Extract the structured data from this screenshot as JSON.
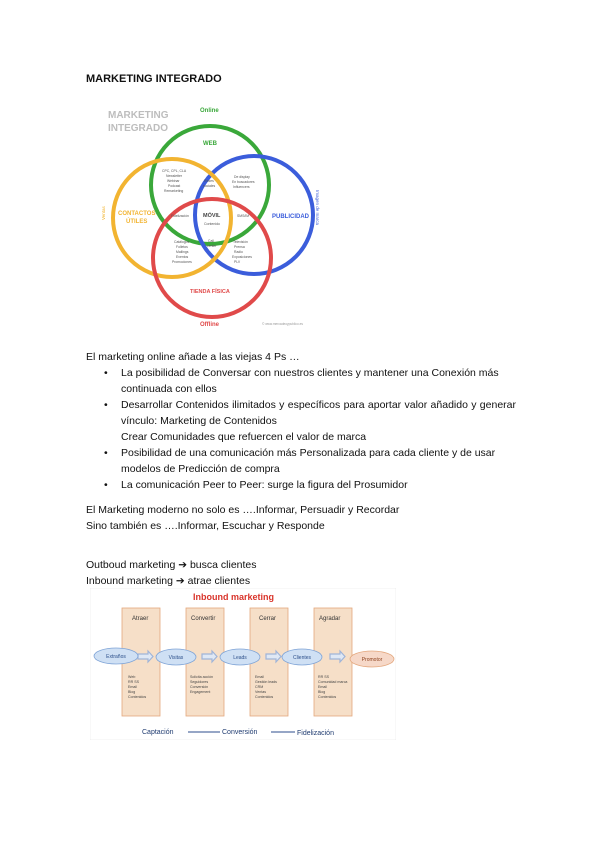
{
  "document": {
    "title": "MARKETING INTEGRADO",
    "intro": "El marketing online añade a las viejas 4 Ps …",
    "bullets": [
      "La posibilidad de Conversar con nuestros clientes y mantener una Conexión más continuada con ellos",
      "Desarrollar Contenidos ilimitados y específicos para aportar valor añadido y generar vínculo: Marketing de Contenidos",
      "Posibilidad de una comunicación más Personalizada para cada cliente y de usar modelos de Predicción de compra",
      "La comunicación Peer to Peer: surge la figura del Prosumidor"
    ],
    "bullet2_extra": "Crear Comunidades que refuercen el valor de marca",
    "line_moderno": "El Marketing moderno no solo es ….Informar, Persuadir y Recordar",
    "line_tambien": "Sino también es ….Informar, Escuchar y Responde",
    "outbound_label": "Outboud marketing",
    "outbound_text": "busca clientes",
    "inbound_label": "Inbound marketing",
    "inbound_text": "atrae clientes",
    "arrow_glyph": "➔"
  },
  "venn": {
    "title_line1": "MARKETING",
    "title_line2": "INTEGRADO",
    "online": "Online",
    "offline": "Offline",
    "web": "WEB",
    "publicidad": "PUBLICIDAD",
    "contactos1": "CONTACTOS",
    "contactos2": "ÚTILES",
    "tienda": "TIENDA FÍSICA",
    "movil": "MÓVIL",
    "movil_sub": "Contenido",
    "ventas": "Ventas",
    "imagen": "Imagen de marca",
    "web_items": [
      "CPC, CPL, CLA",
      "Newsletter",
      "Webinar",
      "Podcast",
      "Remarketing"
    ],
    "pub_items": [
      "De display",
      "En buscadores",
      "Influencers"
    ],
    "redes": [
      "Redes",
      "sociales"
    ],
    "fidel": "Fidelización",
    "smm": "SMS/IM",
    "call": [
      "Call",
      "center"
    ],
    "tienda_items": [
      "Catálogos",
      "Folletos",
      "Mailings",
      "Eventos",
      "Promociones"
    ],
    "pub_off_items": [
      "Televisión",
      "Prensa",
      "Radio",
      "Exposiciones",
      "PLV"
    ],
    "credit": "© www.mercadeoypublico.es",
    "colors": {
      "green": "#3aa83a",
      "blue": "#3b5ddb",
      "yellow": "#f2b431",
      "red": "#e04a4a"
    }
  },
  "inbound": {
    "title": "Inbound marketing",
    "stages": [
      "Atraer",
      "Convertir",
      "Cerrar",
      "Agradar"
    ],
    "nodes": [
      "Extraños",
      "Visitas",
      "Leads",
      "Clientes",
      "Promotor"
    ],
    "items": [
      [
        "Web",
        "RR SS",
        "Email",
        "Blog",
        "Contenidos"
      ],
      [
        "Solicita acción",
        "Seguidores",
        "Conversión",
        "Engagement"
      ],
      [
        "Email",
        "Gestión leads",
        "CRM",
        "Ventas",
        "Contenidos"
      ],
      [
        "RR SS",
        "Comunidad marca",
        "Email",
        "Blog",
        "Contenidos"
      ]
    ],
    "phases": [
      "Captación",
      "Conversión",
      "Fidelización"
    ],
    "colors": {
      "title": "#d9342b",
      "box": "#f6dfc8",
      "box_border": "#e3a77d",
      "node": "#cfe0f4",
      "node_border": "#7ea3d6",
      "promotor": "#f6d8c8"
    }
  }
}
